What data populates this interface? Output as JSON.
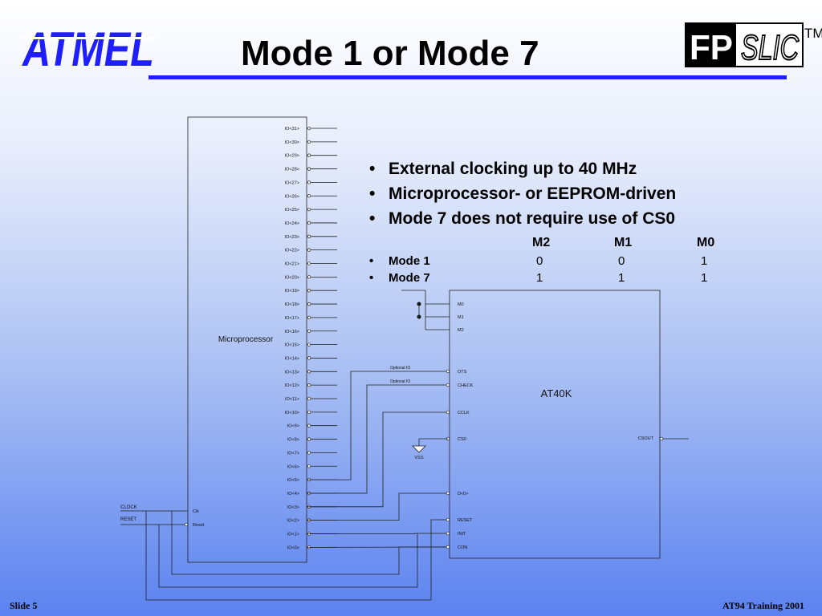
{
  "header": {
    "logo_text": "ATMEL",
    "title": "Mode 1 or Mode 7",
    "product_logo_text": "FPSLIC",
    "trademark": "TM"
  },
  "bullets": [
    "External clocking up to 40 MHz",
    "Microprocessor- or EEPROM-driven",
    "Mode 7 does not require use of CS0"
  ],
  "mode_table": {
    "columns": [
      "M2",
      "M1",
      "M0"
    ],
    "rows": [
      {
        "label": "Mode 1",
        "values": [
          "0",
          "0",
          "1"
        ]
      },
      {
        "label": "Mode 7",
        "values": [
          "1",
          "1",
          "1"
        ]
      }
    ]
  },
  "diagram": {
    "micro": {
      "label": "Microprocessor",
      "io_pins": [
        "IO<31>",
        "IO<30>",
        "IO<29>",
        "IO<28>",
        "IO<27>",
        "IO<26>",
        "IO<25>",
        "IO<24>",
        "IO<23>",
        "IO<22>",
        "IO<21>",
        "IO<20>",
        "IO<19>",
        "IO<18>",
        "IO<17>",
        "IO<16>",
        "IO<15>",
        "IO<14>",
        "IO<13>",
        "IO<12>",
        "IO<11>",
        "IO<10>",
        "IO<9>",
        "IO<8>",
        "IO<7>",
        "IO<6>",
        "IO<5>",
        "IO<4>",
        "IO<3>",
        "IO<2>",
        "IO<1>",
        "IO<0>"
      ],
      "left_pins": [
        "Clk",
        "Reset"
      ]
    },
    "external_inputs": [
      "CLOCK",
      "RESET"
    ],
    "fpga": {
      "label": "AT40K",
      "mode_pins": [
        "M0",
        "M1",
        "M2"
      ],
      "pins": [
        "OTS",
        "CHECK",
        "CCLK",
        "CS0",
        "D<0>",
        "RESET",
        "INIT",
        "CON"
      ],
      "output_pin": "CSOUT"
    },
    "optional_labels": [
      "Optional IO",
      "Optional IO"
    ],
    "ground_label": "VSS"
  },
  "footer": {
    "left": "Slide 5",
    "right": "AT94 Training 2001"
  }
}
